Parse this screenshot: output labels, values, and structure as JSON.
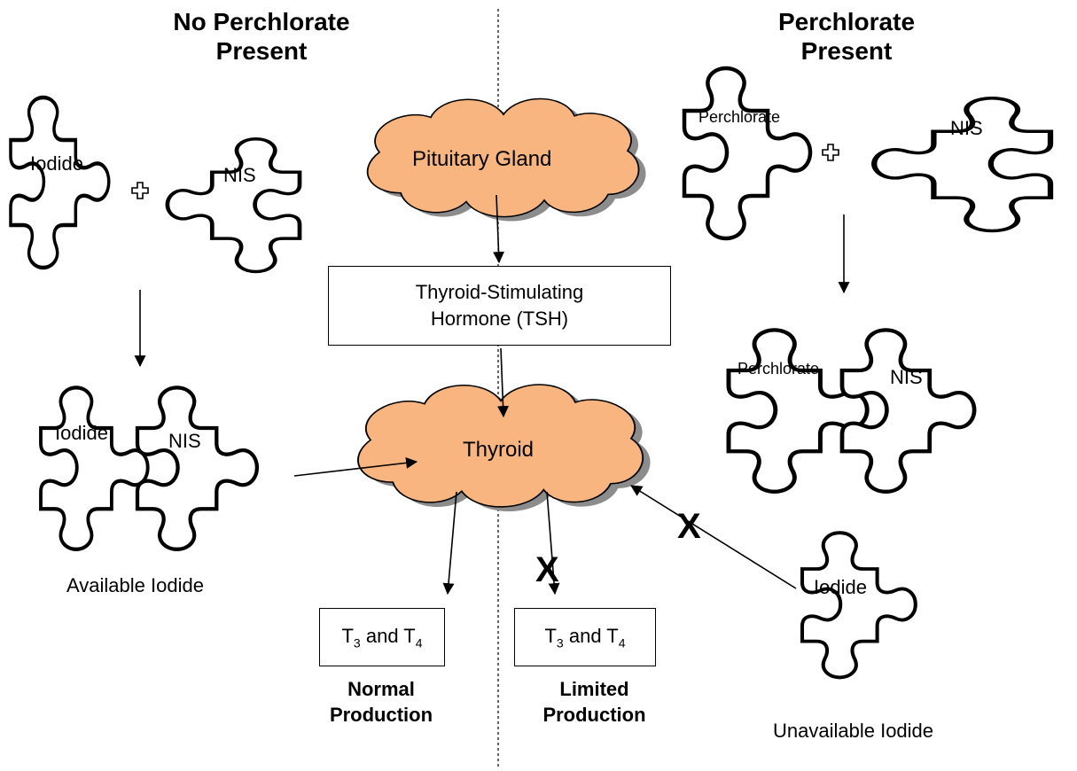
{
  "left_panel": {
    "title_line1": "No Perchlorate",
    "title_line2": "Present",
    "iodide_label": "Iodide",
    "nis_label": "NIS",
    "combined_iodide_label": "Iodide",
    "combined_nis_label": "NIS",
    "caption": "Available Iodide"
  },
  "right_panel": {
    "title_line1": "Perchlorate",
    "title_line2": "Present",
    "perchlorate_label": "Perchlorate",
    "nis_label": "NIS",
    "combined_perchlorate_label": "Perchlorate",
    "combined_nis_label": "NIS",
    "iodide_label": "Iodide",
    "caption": "Unavailable Iodide"
  },
  "center": {
    "pituitary": "Pituitary Gland",
    "tsh_line1": "Thyroid-Stimulating",
    "tsh_line2": "Hormone (TSH)",
    "thyroid": "Thyroid"
  },
  "outputs": {
    "t_letter": "T",
    "sub3": "3",
    "sub4": "4",
    "and": "and",
    "normal_line1": "Normal",
    "normal_line2": "Production",
    "limited_line1": "Limited",
    "limited_line2": "Production"
  },
  "blocked_marks": {
    "mark": "X"
  },
  "colors": {
    "cloud_fill": "#f9b57f",
    "cloud_shadow": "#8c8c8c",
    "stroke": "#000000"
  }
}
